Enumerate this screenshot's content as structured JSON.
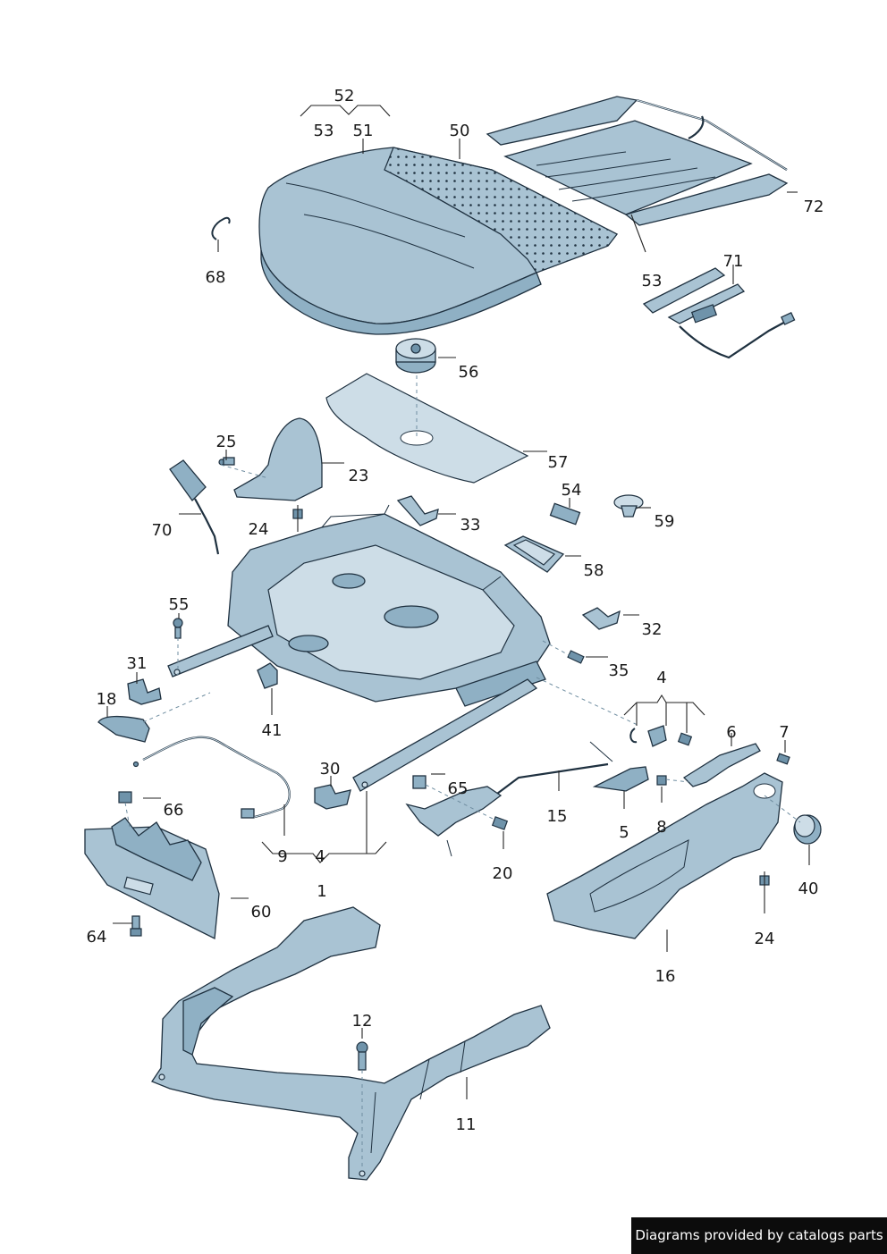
{
  "diagram": {
    "labels": [
      "52",
      "53",
      "51",
      "50",
      "72",
      "68",
      "53",
      "71",
      "56",
      "57",
      "25",
      "23",
      "70",
      "24",
      "33",
      "54",
      "59",
      "58",
      "55",
      "32",
      "35",
      "31",
      "18",
      "41",
      "4",
      "6",
      "7",
      "30",
      "65",
      "15",
      "66",
      "9",
      "4",
      "5",
      "8",
      "20",
      "1",
      "40",
      "60",
      "64",
      "24",
      "16",
      "12",
      "11"
    ]
  },
  "footer": {
    "text": "Diagrams provided by catalogs parts"
  }
}
